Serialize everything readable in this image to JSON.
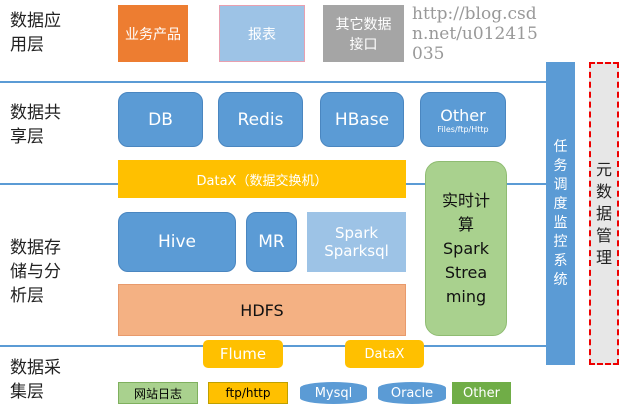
{
  "layers": [
    "数据应用层",
    "数据共享层",
    "数据存储与分析层",
    "数据采集层"
  ],
  "app": [
    "业务产品",
    "报表",
    "其它数据接口"
  ],
  "shared": [
    "DB",
    "Redis",
    "HBase"
  ],
  "shared_other": {
    "title": "Other",
    "sub": "Files/ftp/Http"
  },
  "datax_bar": "DataX（数据交换机）",
  "storage": {
    "hive": "Hive",
    "mr": "MR",
    "spark": "Spark Sparksql",
    "hdfs": "HDFS"
  },
  "realtime": {
    "cn": "实时计算",
    "en": "Spark Streaming"
  },
  "scheduler": "任务调度监控系统",
  "metadata": "元数据管理",
  "collect": {
    "flume": "Flume",
    "datax": "DataX"
  },
  "sources": [
    "网站日志",
    "ftp/http",
    "Mysql",
    "Oracle",
    "Other"
  ],
  "watermark": "http://blog.csdn.net/u012415035"
}
